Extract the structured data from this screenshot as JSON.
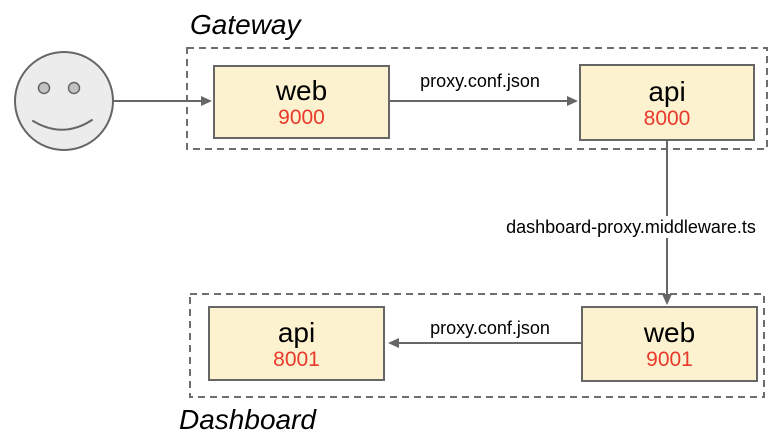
{
  "diagram": {
    "groups": [
      {
        "label": "Gateway"
      },
      {
        "label": "Dashboard"
      }
    ],
    "nodes": [
      {
        "name": "web",
        "port": "9000",
        "group": "Gateway"
      },
      {
        "name": "api",
        "port": "8000",
        "group": "Gateway"
      },
      {
        "name": "api",
        "port": "8001",
        "group": "Dashboard"
      },
      {
        "name": "web",
        "port": "9001",
        "group": "Dashboard"
      }
    ],
    "edges": [
      {
        "from": "user",
        "to": "Gateway web",
        "label": ""
      },
      {
        "from": "Gateway web",
        "to": "Gateway api",
        "label": "proxy.conf.json"
      },
      {
        "from": "Gateway api",
        "to": "Dashboard web",
        "label": "dashboard-proxy.middleware.ts"
      },
      {
        "from": "Dashboard web",
        "to": "Dashboard api",
        "label": "proxy.conf.json"
      }
    ],
    "icons": [
      {
        "name": "smiley-face-icon",
        "meaning": "user"
      }
    ],
    "colors": {
      "background": "#ffffff",
      "node_fill": "#fcf2d0",
      "node_border": "#666666",
      "port_text": "#e8392b",
      "line": "#666666",
      "group_border": "#6e6e6e",
      "text": "#000000",
      "actor_fill": "#ececec",
      "actor_eye_fill": "#c2c2c2"
    }
  }
}
